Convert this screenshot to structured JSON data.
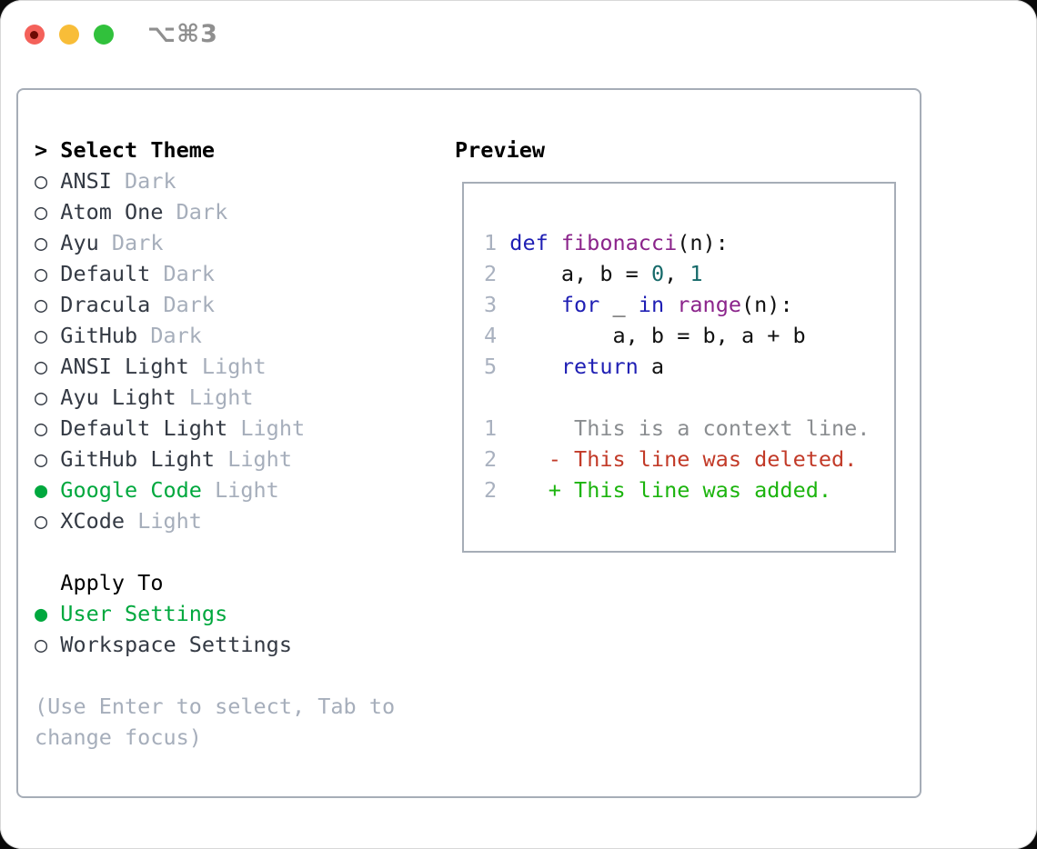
{
  "titlebar": {
    "shortcut": "⌥⌘3"
  },
  "colors": {
    "accent_green": "#00a83e",
    "diff_added_green": "#1cb40e",
    "diff_deleted_red": "#c23a28",
    "keyword_blue": "#1f1fb4",
    "function_purple": "#8b248b",
    "number_teal": "#166a6a",
    "muted_gray": "#a6aebb",
    "border_gray": "#a6adb7",
    "traffic_red": "#f4615a",
    "traffic_yellow": "#f8bd38",
    "traffic_green": "#31c13c"
  },
  "left": {
    "title_prefix": "> ",
    "title": "Select Theme",
    "themes": [
      {
        "marker": "○",
        "name": "ANSI",
        "variant": "Dark",
        "selected": false
      },
      {
        "marker": "○",
        "name": "Atom One",
        "variant": "Dark",
        "selected": false
      },
      {
        "marker": "○",
        "name": "Ayu",
        "variant": "Dark",
        "selected": false
      },
      {
        "marker": "○",
        "name": "Default",
        "variant": "Dark",
        "selected": false
      },
      {
        "marker": "○",
        "name": "Dracula",
        "variant": "Dark",
        "selected": false
      },
      {
        "marker": "○",
        "name": "GitHub",
        "variant": "Dark",
        "selected": false
      },
      {
        "marker": "○",
        "name": "ANSI Light",
        "variant": "Light",
        "selected": false
      },
      {
        "marker": "○",
        "name": "Ayu Light",
        "variant": "Light",
        "selected": false
      },
      {
        "marker": "○",
        "name": "Default Light",
        "variant": "Light",
        "selected": false
      },
      {
        "marker": "○",
        "name": "GitHub Light",
        "variant": "Light",
        "selected": false
      },
      {
        "marker": "●",
        "name": "Google Code",
        "variant": "Light",
        "selected": true
      },
      {
        "marker": "○",
        "name": "XCode",
        "variant": "Light",
        "selected": false
      }
    ],
    "apply_title": "Apply To",
    "apply_options": [
      {
        "marker": "●",
        "name": "User Settings",
        "selected": true
      },
      {
        "marker": "○",
        "name": "Workspace Settings",
        "selected": false
      }
    ],
    "hint_lines": [
      "(Use Enter to select, Tab to",
      "change focus)"
    ]
  },
  "preview": {
    "title": "Preview",
    "lines": [
      {
        "tokens": [
          [
            "num",
            "1 "
          ],
          [
            "kw",
            "def "
          ],
          [
            "fn",
            "fibonacci"
          ],
          [
            "pl",
            "(n):"
          ]
        ]
      },
      {
        "tokens": [
          [
            "num",
            "2 "
          ],
          [
            "pl",
            "    a, b = "
          ],
          [
            "lit",
            "0"
          ],
          [
            "pl",
            ", "
          ],
          [
            "lit",
            "1"
          ]
        ]
      },
      {
        "tokens": [
          [
            "num",
            "3 "
          ],
          [
            "pl",
            "    "
          ],
          [
            "kw",
            "for"
          ],
          [
            "pl",
            " _ "
          ],
          [
            "kw",
            "in"
          ],
          [
            "pl",
            " "
          ],
          [
            "fn",
            "range"
          ],
          [
            "pl",
            "(n):"
          ]
        ]
      },
      {
        "tokens": [
          [
            "num",
            "4 "
          ],
          [
            "pl",
            "        a, b = b, a + b"
          ]
        ]
      },
      {
        "tokens": [
          [
            "num",
            "5 "
          ],
          [
            "pl",
            "    "
          ],
          [
            "kw",
            "return"
          ],
          [
            "pl",
            " a"
          ]
        ]
      },
      {
        "gap": true
      },
      {
        "tokens": [
          [
            "num",
            "1"
          ],
          [
            "ctx",
            "      This is a context line."
          ]
        ]
      },
      {
        "tokens": [
          [
            "num",
            "2"
          ],
          [
            "del",
            "    - This line was deleted."
          ]
        ]
      },
      {
        "tokens": [
          [
            "num",
            "2"
          ],
          [
            "add",
            "    + This line was added."
          ]
        ]
      }
    ]
  }
}
